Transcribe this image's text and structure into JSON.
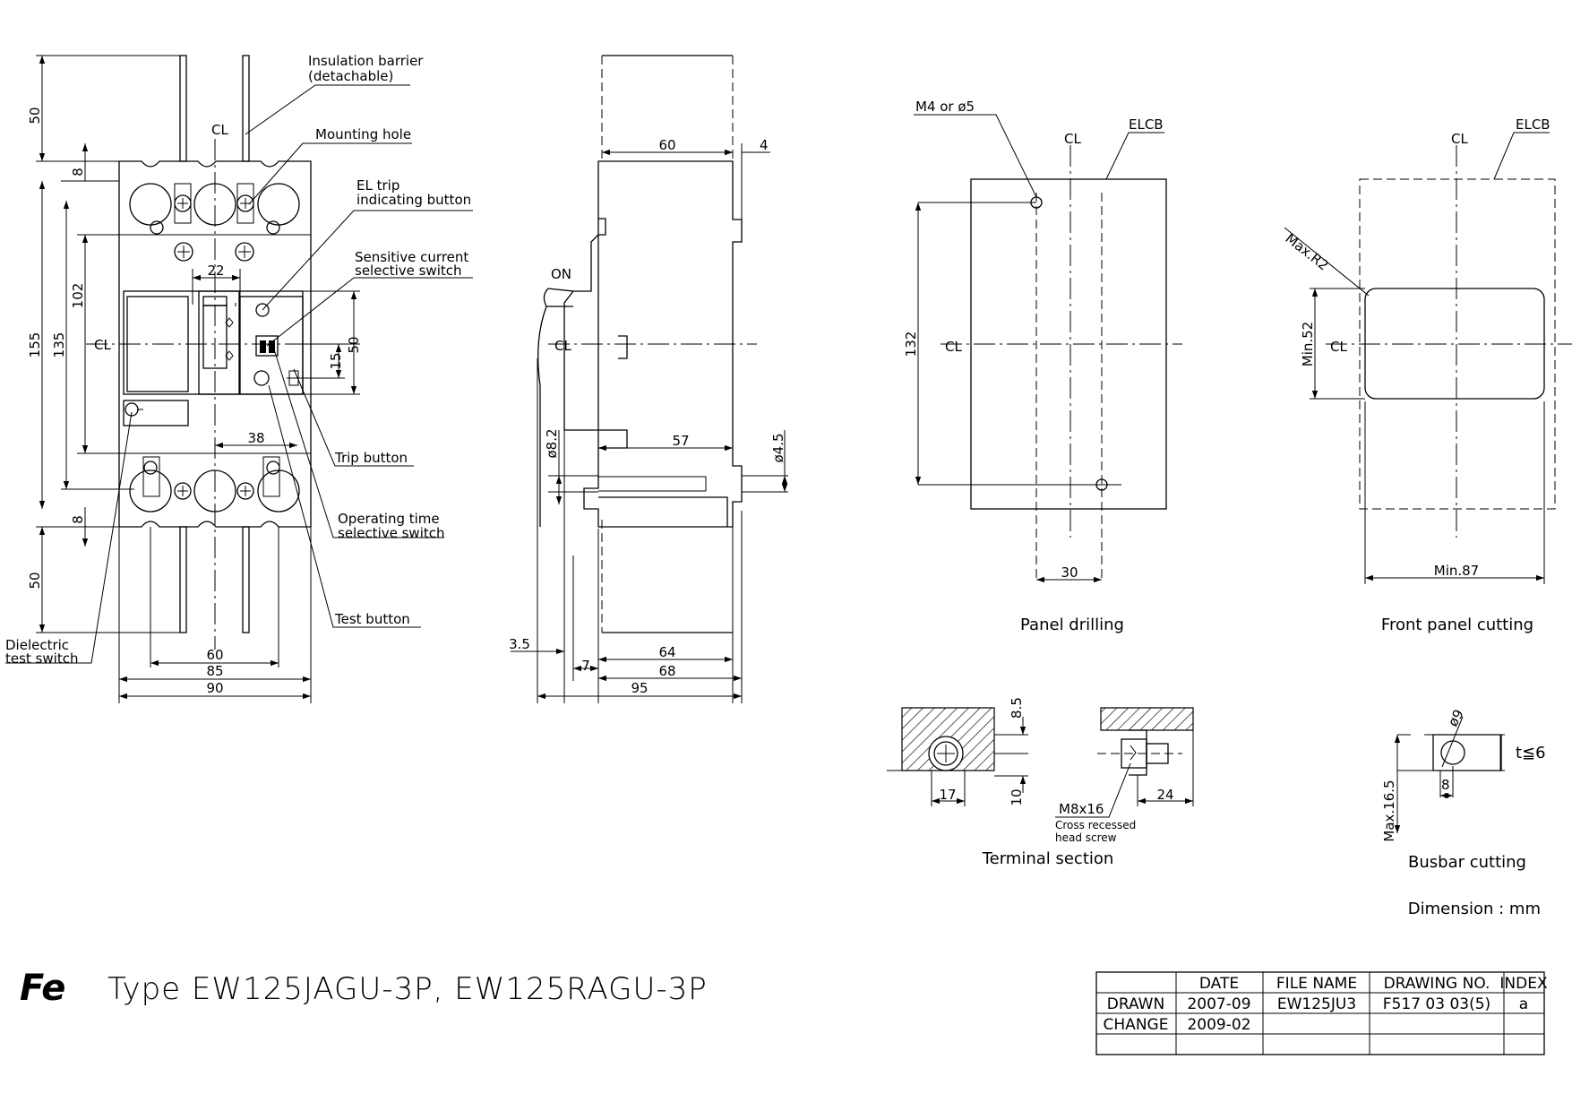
{
  "dimension_unit_note": "Dimension : mm",
  "centerline_symbol": "CL",
  "front_view": {
    "callouts": {
      "insulation_barrier_1": "Insulation barrier",
      "insulation_barrier_2": "(detachable)",
      "mounting_hole": "Mounting hole",
      "el_trip_1": "EL trip",
      "el_trip_2": "indicating button",
      "sensitive_current_1": "Sensitive current",
      "sensitive_current_2": "selective switch",
      "trip_button": "Trip button",
      "operating_time_1": "Operating time",
      "operating_time_2": "selective switch",
      "test_button": "Test button",
      "dielectric_1": "Dielectric",
      "dielectric_2": "test switch"
    },
    "dims": {
      "barrier_top": "50",
      "top_gap": "8",
      "overall_height": "155",
      "h135": "135",
      "h102": "102",
      "w22": "22",
      "h50": "50",
      "h15": "15",
      "w38": "38",
      "bottom_gap": "8",
      "barrier_bottom": "50",
      "w60": "60",
      "w85": "85",
      "w90": "90"
    }
  },
  "side_view": {
    "on_label": "ON",
    "dims": {
      "d60": "60",
      "d4": "4",
      "d57": "57",
      "phi82": "ø8.2",
      "phi45": "ø4.5",
      "d35": "3.5",
      "d7": "7",
      "d64": "64",
      "d68": "68",
      "d95": "95"
    }
  },
  "panel_drilling": {
    "caption": "Panel drilling",
    "hole_label": "M4 or ø5",
    "elcb_label": "ELCB",
    "d132": "132",
    "d30": "30"
  },
  "front_panel_cutting": {
    "caption": "Front panel cutting",
    "elcb_label": "ELCB",
    "radius_label": "Max.R2",
    "min52": "Min.52",
    "min87": "Min.87"
  },
  "terminal_section": {
    "caption": "Terminal section",
    "d85": "8.5",
    "d10": "10",
    "d17": "17",
    "d24": "24",
    "screw": "M8x16",
    "screw_note_1": "Cross recessed",
    "screw_note_2": "head screw"
  },
  "busbar_cutting": {
    "caption": "Busbar cutting",
    "phi9": "ø9",
    "d8": "8",
    "t6": "t≦6",
    "max165": "Max.16.5"
  },
  "title": {
    "logo": "Fe",
    "type_text": "Type  EW125JAGU-3P, EW125RAGU-3P"
  },
  "title_block": {
    "headers": [
      "",
      "DATE",
      "FILE NAME",
      "DRAWING NO.",
      "INDEX"
    ],
    "rows": [
      [
        "DRAWN",
        "2007-09",
        "EW125JU3",
        "F517 03 03(5)",
        "a"
      ],
      [
        "CHANGE",
        "2009-02",
        "",
        "",
        ""
      ],
      [
        "",
        "",
        "",
        "",
        ""
      ]
    ]
  }
}
